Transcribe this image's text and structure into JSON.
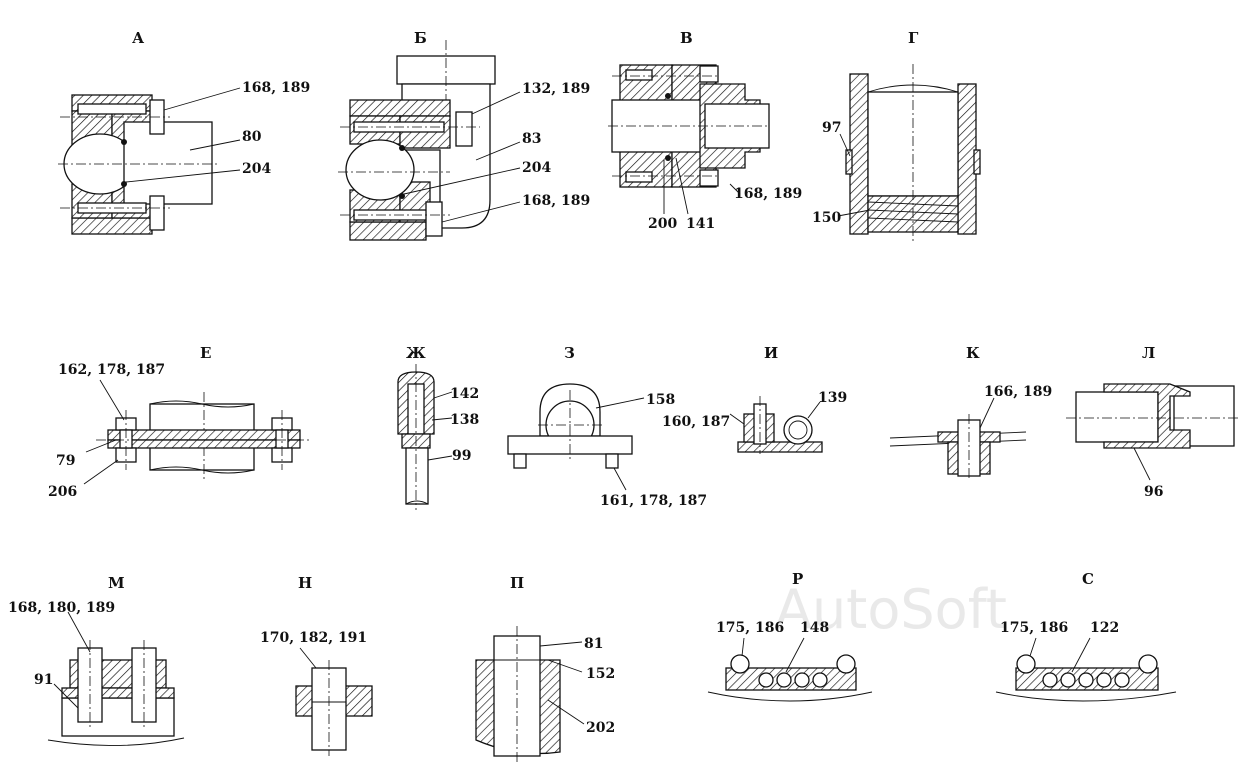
{
  "watermark": "AutoSoft",
  "views": [
    {
      "id": "A",
      "title": "А",
      "labels": [
        "168, 189",
        "80",
        "204"
      ]
    },
    {
      "id": "B",
      "title": "Б",
      "labels": [
        "132, 189",
        "83",
        "204",
        "168, 189"
      ]
    },
    {
      "id": "V",
      "title": "В",
      "labels": [
        "168, 189",
        "200",
        "141"
      ]
    },
    {
      "id": "G",
      "title": "Г",
      "labels": [
        "97",
        "150"
      ]
    },
    {
      "id": "E",
      "title": "Е",
      "labels": [
        "162, 178, 187",
        "79",
        "206"
      ]
    },
    {
      "id": "ZH",
      "title": "Ж",
      "labels": [
        "142",
        "138",
        "99"
      ]
    },
    {
      "id": "Z",
      "title": "З",
      "labels": [
        "158",
        "161, 178, 187"
      ]
    },
    {
      "id": "I",
      "title": "И",
      "labels": [
        "160, 187",
        "139"
      ]
    },
    {
      "id": "K",
      "title": "К",
      "labels": [
        "166, 189"
      ]
    },
    {
      "id": "L",
      "title": "Л",
      "labels": [
        "96"
      ]
    },
    {
      "id": "M",
      "title": "М",
      "labels": [
        "168, 180, 189",
        "91"
      ]
    },
    {
      "id": "N",
      "title": "Н",
      "labels": [
        "170, 182, 191"
      ]
    },
    {
      "id": "P",
      "title": "П",
      "labels": [
        "81",
        "152",
        "202"
      ]
    },
    {
      "id": "R",
      "title": "Р",
      "labels": [
        "175, 186",
        "148"
      ]
    },
    {
      "id": "S",
      "title": "С",
      "labels": [
        "175, 186",
        "122"
      ]
    }
  ]
}
